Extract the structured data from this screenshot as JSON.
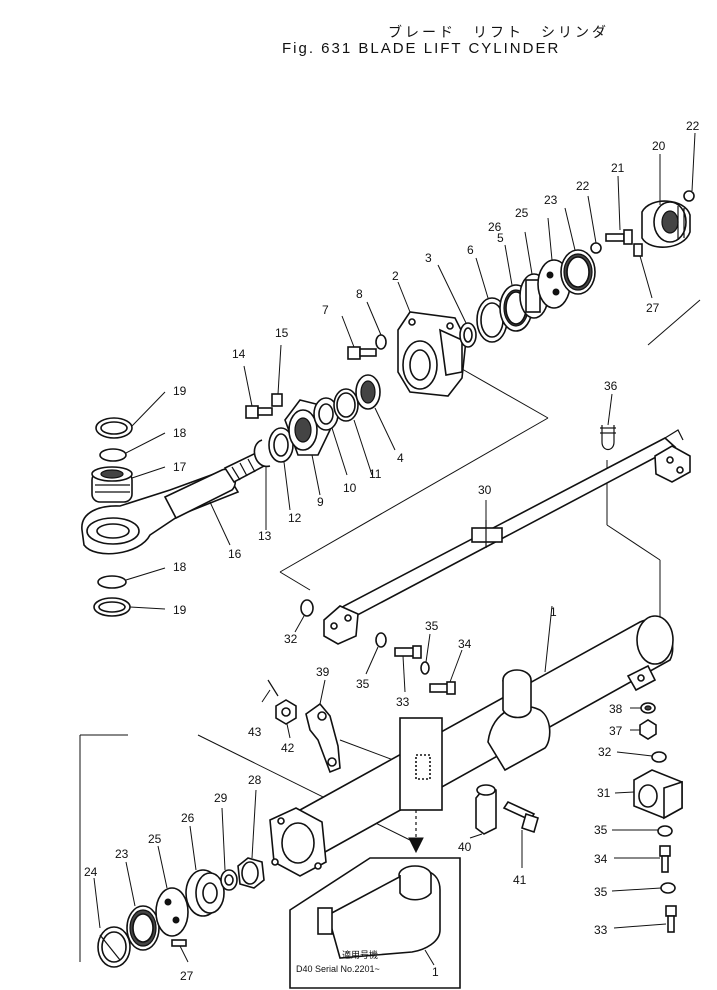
{
  "figure": {
    "title_jp": "ブレード　リフト　シリンダ",
    "title_en": "Fig. 631   BLADE LIFT CYLINDER"
  },
  "inset": {
    "note_jp": "適用号機",
    "note_en": "D40 Serial No.2201~",
    "part_label": "1"
  },
  "callouts": {
    "p1": "1",
    "p2": "2",
    "p3": "3",
    "p4": "4",
    "p5": "5",
    "p6": "6",
    "p7": "7",
    "p8": "8",
    "p9": "9",
    "p10": "10",
    "p11": "11",
    "p12": "12",
    "p13": "13",
    "p14": "14",
    "p15": "15",
    "p16": "16",
    "p17": "17",
    "p18a": "18",
    "p18b": "18",
    "p19a": "19",
    "p19b": "19",
    "p20": "20",
    "p21": "21",
    "p22a": "22",
    "p22b": "22",
    "p23a": "23",
    "p23b": "23",
    "p24": "24",
    "p25a": "25",
    "p25b": "25",
    "p26a": "26",
    "p26b": "26",
    "p27a": "27",
    "p27b": "27",
    "p28": "28",
    "p29": "29",
    "p30": "30",
    "p31": "31",
    "p32a": "32",
    "p32b": "32",
    "p33a": "33",
    "p33b": "33",
    "p34a": "34",
    "p34b": "34",
    "p35a": "35",
    "p35b": "35",
    "p35c": "35",
    "p35d": "35",
    "p36": "36",
    "p37": "37",
    "p38": "38",
    "p39": "39",
    "p40": "40",
    "p41": "41",
    "p42": "42",
    "p43": "43"
  }
}
